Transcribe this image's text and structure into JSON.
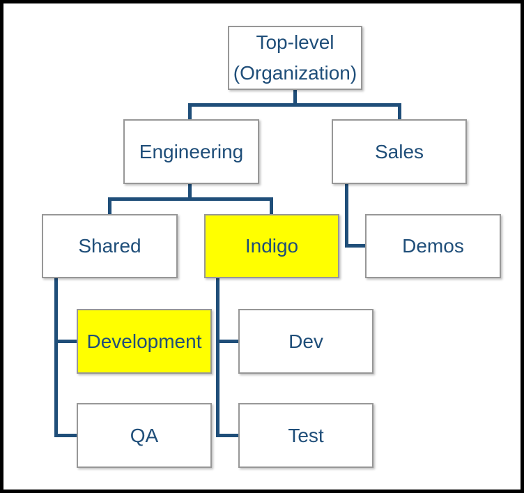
{
  "diagram": {
    "type": "org-chart",
    "colors": {
      "connector": "#1F4E79",
      "text": "#1F4E79",
      "node_fill": "#FFFFFF",
      "highlight_fill": "#FFFF00",
      "node_border": "#979797",
      "frame_border": "#000000"
    },
    "nodes": {
      "top": {
        "label_line1": "Top-level",
        "label_line2": "(Organization)",
        "highlighted": false
      },
      "engineering": {
        "label": "Engineering",
        "highlighted": false
      },
      "sales": {
        "label": "Sales",
        "highlighted": false
      },
      "shared": {
        "label": "Shared",
        "highlighted": false
      },
      "indigo": {
        "label": "Indigo",
        "highlighted": true
      },
      "demos": {
        "label": "Demos",
        "highlighted": false
      },
      "development": {
        "label": "Development",
        "highlighted": true
      },
      "dev": {
        "label": "Dev",
        "highlighted": false
      },
      "qa": {
        "label": "QA",
        "highlighted": false
      },
      "test": {
        "label": "Test",
        "highlighted": false
      }
    },
    "edges": [
      {
        "parent": "Top-level (Organization)",
        "child": "Engineering"
      },
      {
        "parent": "Top-level (Organization)",
        "child": "Sales"
      },
      {
        "parent": "Engineering",
        "child": "Shared"
      },
      {
        "parent": "Engineering",
        "child": "Indigo"
      },
      {
        "parent": "Sales",
        "child": "Demos"
      },
      {
        "parent": "Shared",
        "child": "Development"
      },
      {
        "parent": "Shared",
        "child": "QA"
      },
      {
        "parent": "Indigo",
        "child": "Dev"
      },
      {
        "parent": "Indigo",
        "child": "Test"
      }
    ]
  }
}
